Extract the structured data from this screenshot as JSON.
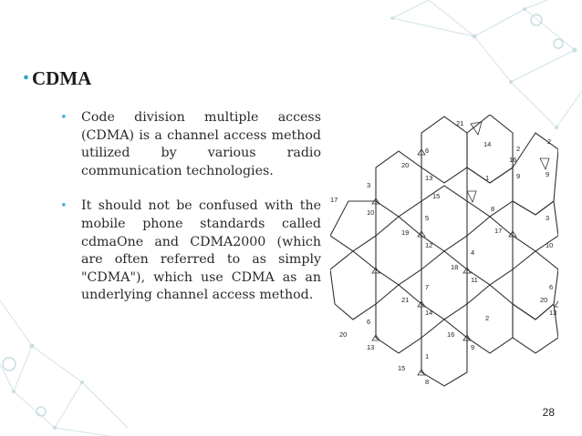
{
  "slide": {
    "title": "CDMA",
    "bullets": [
      "Code division multiple access (CDMA) is a channel access method utilized by various radio communication technologies.",
      "It should not be confused with the mobile phone standards called cdmaOne and CDMA2000 (which are often referred to as simply \"CDMA\"), which use CDMA as an underlying channel access method."
    ],
    "page_number": "28"
  },
  "diagram": {
    "cells": [
      {
        "a": "21",
        "b": "14"
      },
      {
        "a": "2",
        "b": "9"
      },
      {
        "a": "20",
        "b": "6",
        "c": "13"
      },
      {
        "a": "16",
        "b": "2",
        "c": "9"
      },
      {
        "a": "15",
        "b": "1",
        "c": "8"
      },
      {
        "a": "19",
        "b": "5",
        "c": "12"
      },
      {
        "a": "17",
        "b": "3",
        "c": "10"
      },
      {
        "a": "17",
        "b": "3",
        "c": "10"
      },
      {
        "a": "18",
        "b": "4",
        "c": "11"
      },
      {
        "a": "21",
        "b": "7",
        "c": "14"
      },
      {
        "a": "20",
        "b": "6",
        "c": "13"
      },
      {
        "a": "20",
        "b": "6",
        "c": "13"
      },
      {
        "a": "16",
        "b": "2",
        "c": "9"
      },
      {
        "a": "15",
        "b": "1",
        "c": "8"
      }
    ]
  },
  "colors": {
    "accent": "#3aa7c8",
    "decoration": "#c9dde2"
  }
}
